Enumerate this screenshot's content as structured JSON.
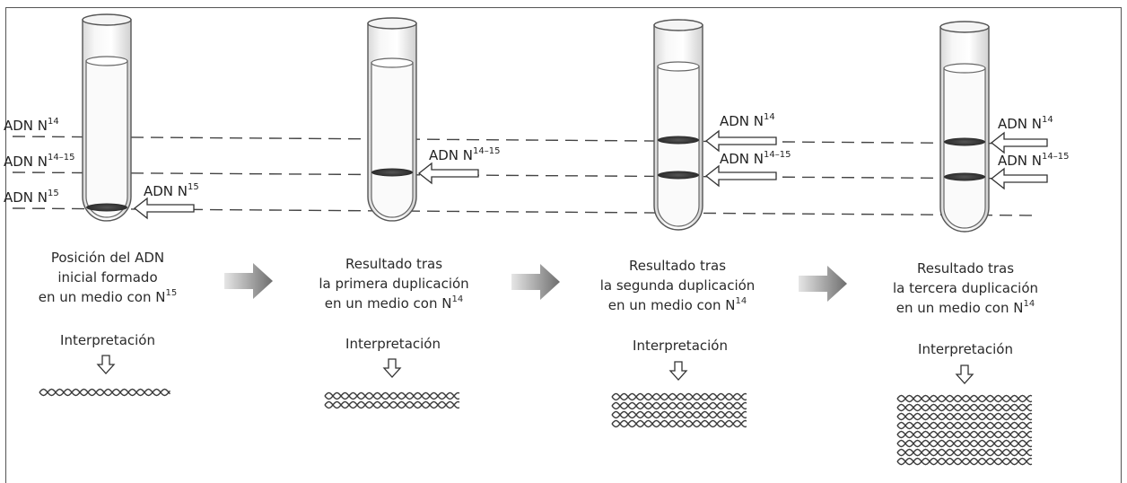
{
  "colors": {
    "line": "#444444",
    "band": "#2a2a2a",
    "arrow_fill": "#9a9a9a",
    "tube_stroke": "#555555"
  },
  "left_labels": {
    "n14": {
      "text": "ADN N",
      "sup": "14"
    },
    "n1415": {
      "text": "ADN N",
      "sup": "14–15"
    },
    "n15": {
      "text": "ADN N",
      "sup": "15"
    }
  },
  "panels": [
    {
      "band_labels": [
        {
          "text": "ADN N",
          "sup": "15"
        }
      ],
      "caption": {
        "line1": "Posición del ADN",
        "line2": "inicial formado",
        "line3": "en un medio con N",
        "sup": "15"
      },
      "interpretation": "Interpretación",
      "dna_molecules": 1
    },
    {
      "band_labels": [
        {
          "text": "ADN N",
          "sup": "14–15"
        }
      ],
      "caption": {
        "line1": "Resultado tras",
        "line2": "la primera duplicación",
        "line3": "en un medio con N",
        "sup": "14"
      },
      "interpretation": "Interpretación",
      "dna_molecules": 2
    },
    {
      "band_labels": [
        {
          "text": "ADN N",
          "sup": "14"
        },
        {
          "text": "ADN N",
          "sup": "14–15"
        }
      ],
      "caption": {
        "line1": "Resultado tras",
        "line2": "la segunda duplicación",
        "line3": "en un medio con N",
        "sup": "14"
      },
      "interpretation": "Interpretación",
      "dna_molecules": 4
    },
    {
      "band_labels": [
        {
          "text": "ADN N",
          "sup": "14"
        },
        {
          "text": "ADN N",
          "sup": "14–15"
        }
      ],
      "caption": {
        "line1": "Resultado tras",
        "line2": "la tercera duplicación",
        "line3": "en un medio con N",
        "sup": "14"
      },
      "interpretation": "Interpretación",
      "dna_molecules": 8
    }
  ]
}
